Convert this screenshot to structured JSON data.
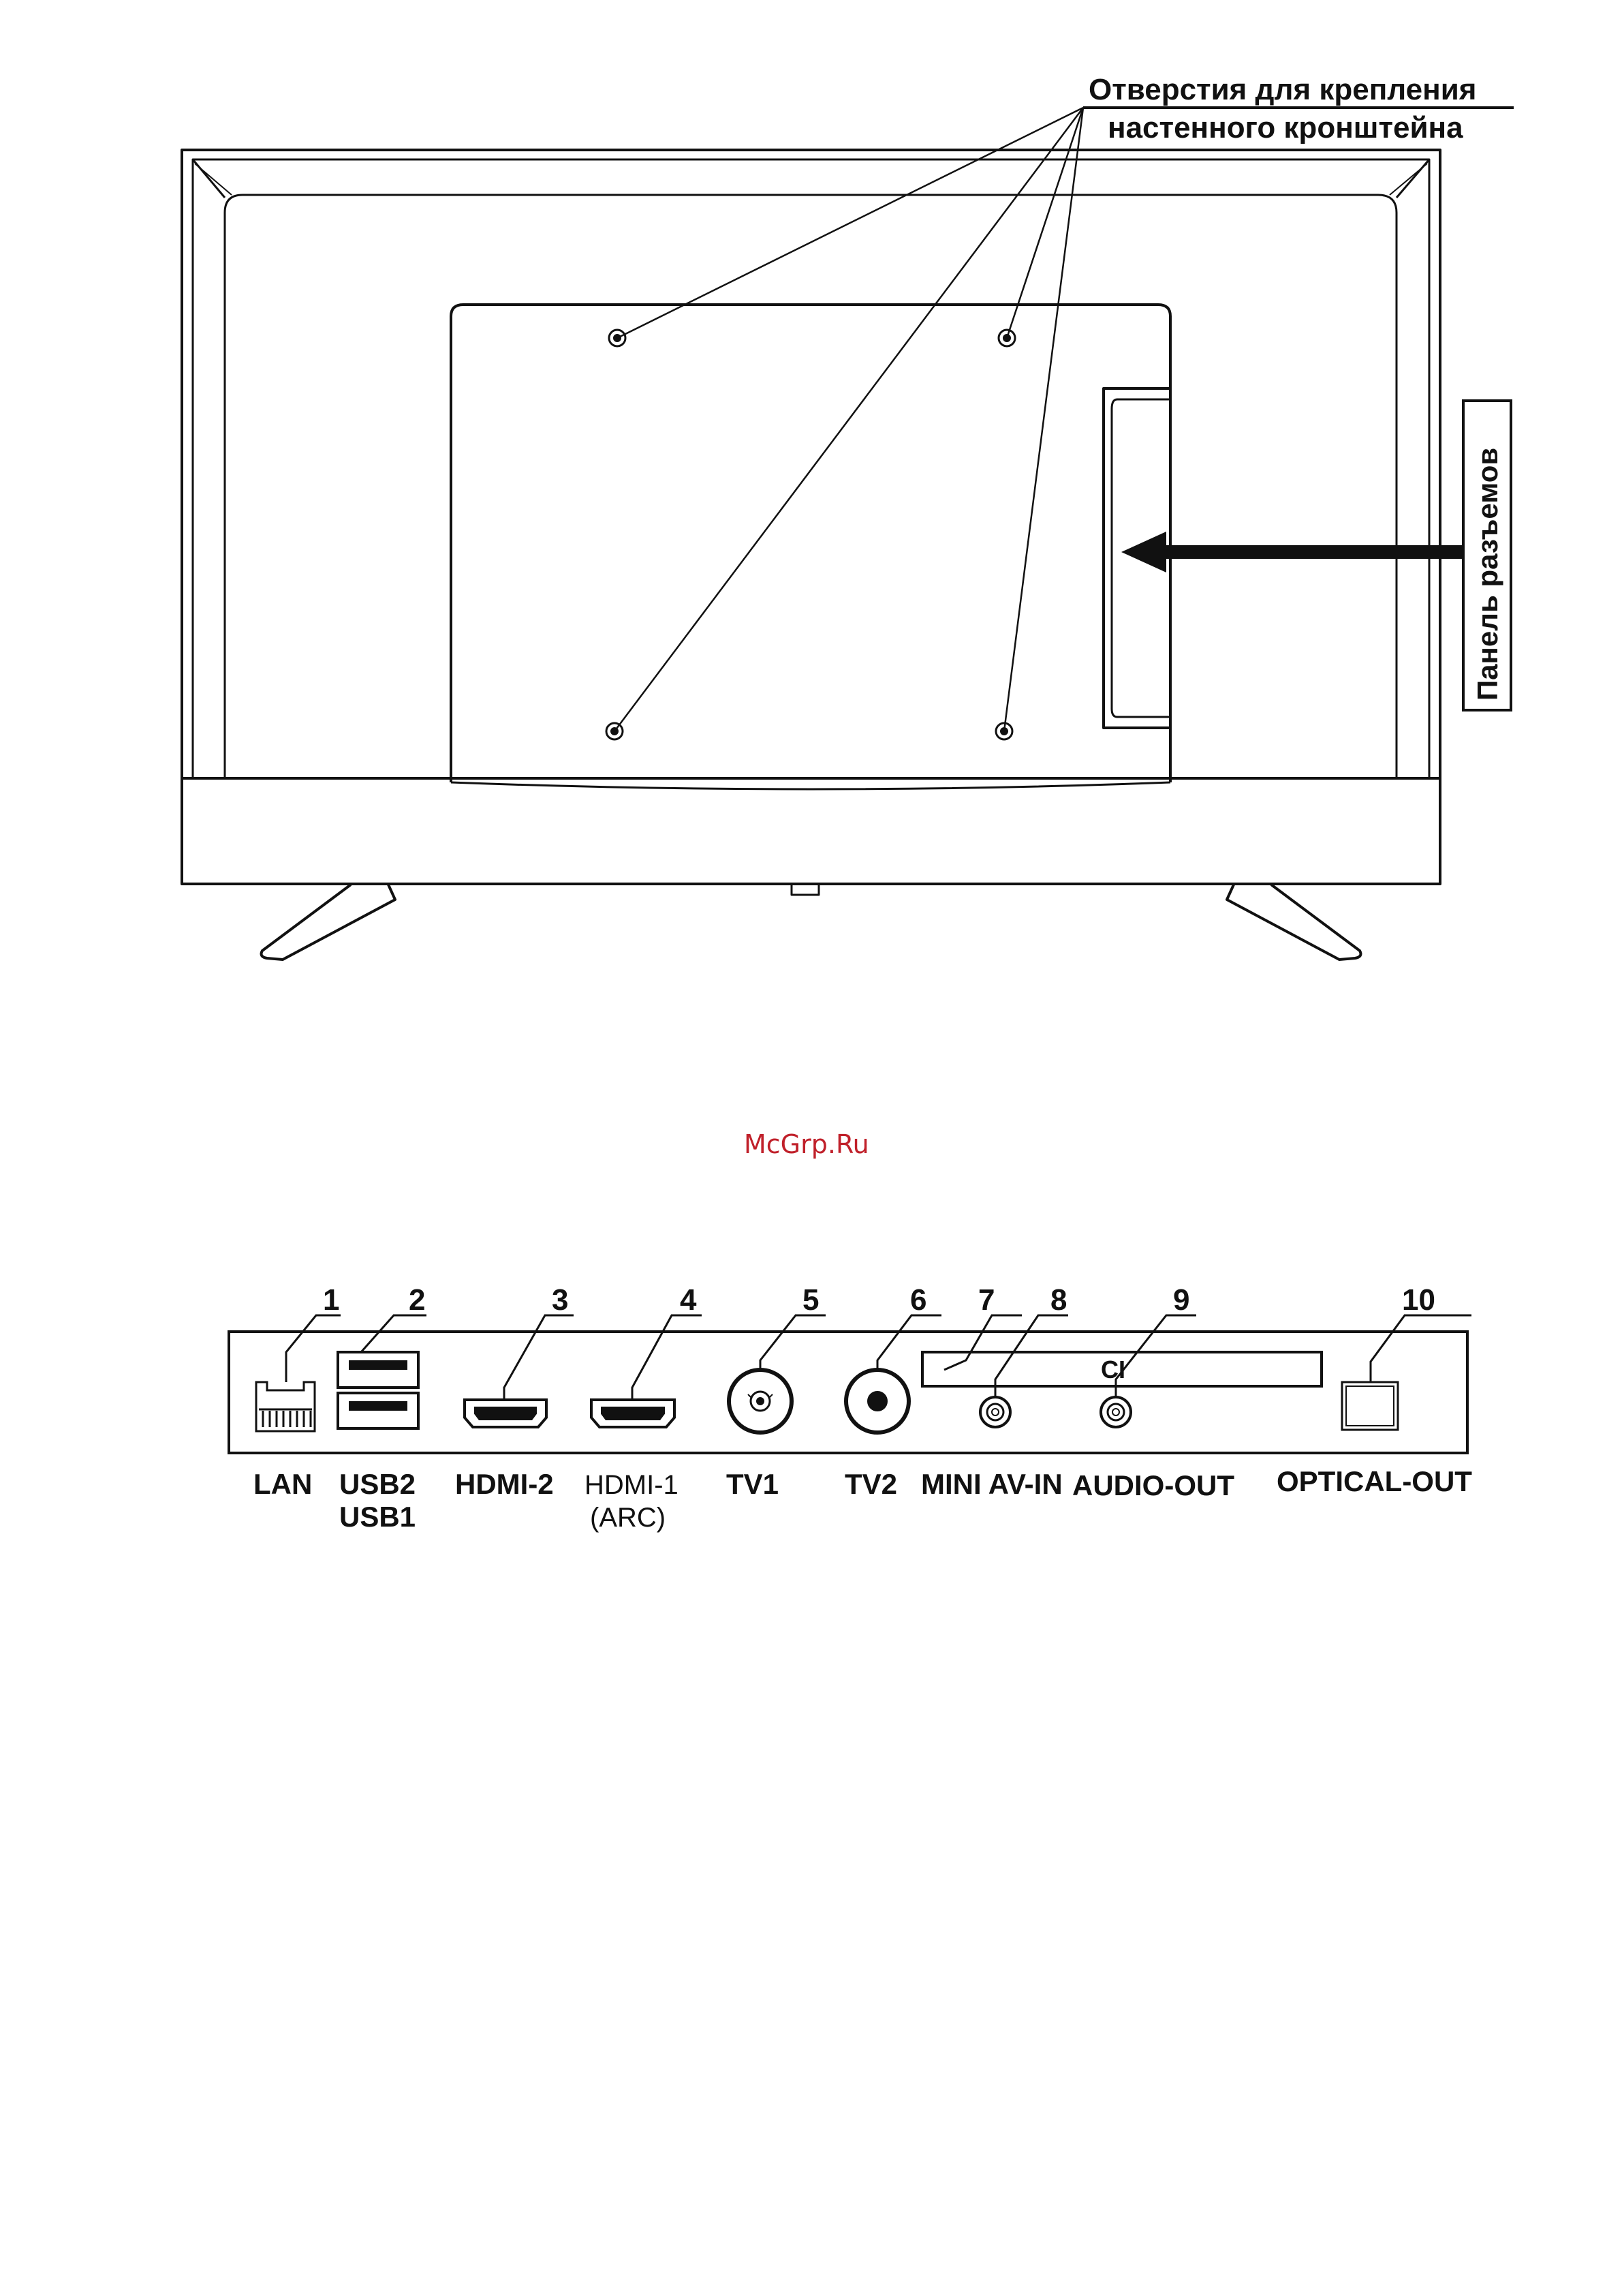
{
  "callouts": {
    "mount_holes_line1": "Отверстия для крепления",
    "mount_holes_line2": "настенного кронштейна",
    "connector_panel": "Панель разъемов"
  },
  "watermark": "McGrp.Ru",
  "panel": {
    "ci_label": "CI",
    "ports": [
      {
        "number": "1",
        "name": "LAN"
      },
      {
        "number": "2",
        "name": "USB2",
        "name2": "USB1"
      },
      {
        "number": "3",
        "name": "HDMI-2"
      },
      {
        "number": "4",
        "name": "HDMI-1",
        "name2": "(ARC)"
      },
      {
        "number": "5",
        "name": "TV1"
      },
      {
        "number": "6",
        "name": "TV2"
      },
      {
        "number": "7",
        "name": "MINI AV-IN"
      },
      {
        "number": "8",
        "name": ""
      },
      {
        "number": "9",
        "name": "AUDIO-OUT"
      },
      {
        "number": "10",
        "name": "OPTICAL-OUT"
      }
    ]
  },
  "colors": {
    "line": "#111111",
    "watermark": "#c0202a",
    "paper": "#ffffff"
  }
}
